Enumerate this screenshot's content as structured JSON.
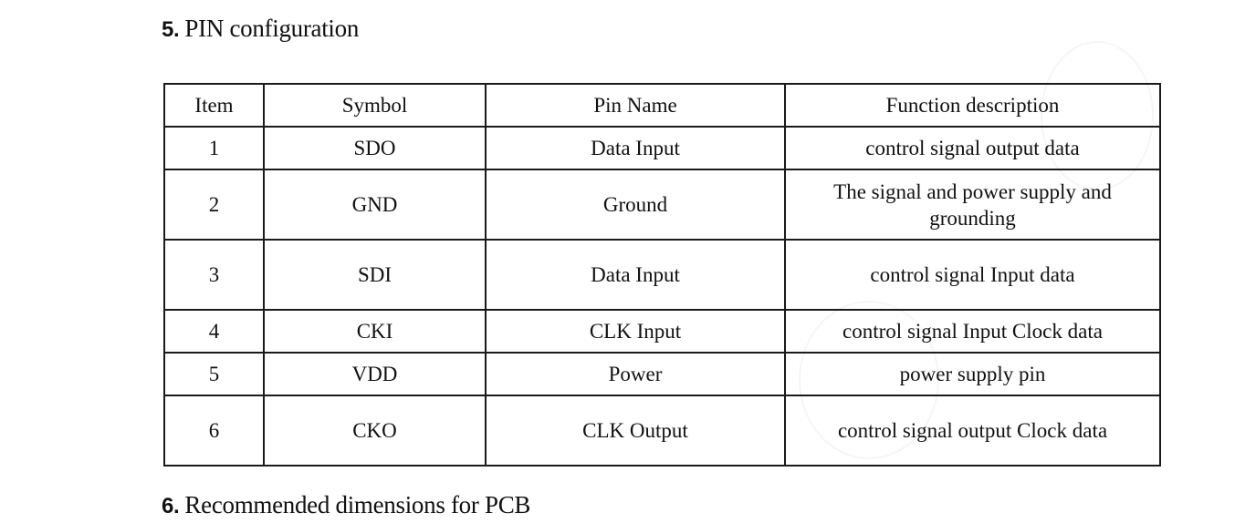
{
  "section5": {
    "number": "5.",
    "title": "PIN configuration"
  },
  "table": {
    "headers": [
      "Item",
      "Symbol",
      "Pin Name",
      "Function description"
    ],
    "rows": [
      {
        "item": "1",
        "symbol": "SDO",
        "pin_name": "Data Input",
        "function": "control signal output data"
      },
      {
        "item": "2",
        "symbol": "GND",
        "pin_name": "Ground",
        "function": "The signal and power supply and grounding"
      },
      {
        "item": "3",
        "symbol": "SDI",
        "pin_name": "Data Input",
        "function": "control signal Input data"
      },
      {
        "item": "4",
        "symbol": "CKI",
        "pin_name": "CLK Input",
        "function": "control signal Input Clock data"
      },
      {
        "item": "5",
        "symbol": "VDD",
        "pin_name": "Power",
        "function": "power supply pin"
      },
      {
        "item": "6",
        "symbol": "CKO",
        "pin_name": "CLK Output",
        "function": "control signal output Clock data"
      }
    ]
  },
  "section6": {
    "number": "6.",
    "title": "Recommended dimensions for PCB"
  }
}
